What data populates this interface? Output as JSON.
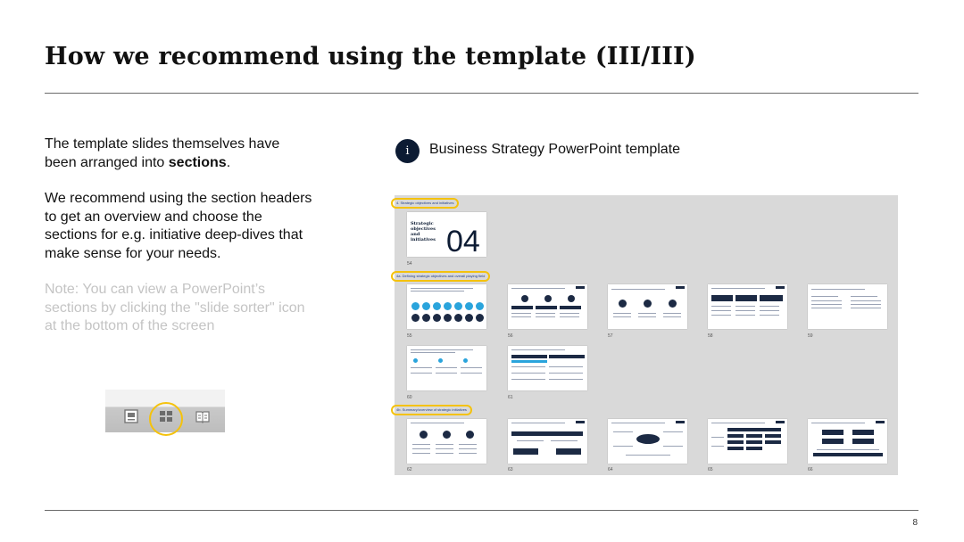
{
  "slide": {
    "title": "How we recommend using the template (III/III)",
    "page_number": "8"
  },
  "left": {
    "p1_start": "The template slides themselves have been arranged into ",
    "p1_bold": "sections",
    "p1_end": ".",
    "p2": "We recommend using the section headers to get an overview and choose the sections for e.g. initiative deep-dives that make sense for your needs.",
    "note": "Note: You can view a PowerPoint’s sections by clicking the \"slide sorter\" icon at the bottom of the screen"
  },
  "sorter": {
    "icons": [
      "normal-view-icon",
      "slide-sorter-icon",
      "reading-view-icon"
    ],
    "highlight_color": "#f4c20d"
  },
  "info": {
    "glyph": "i",
    "label": "Business Strategy PowerPoint template"
  },
  "sections": [
    {
      "label": "4. Strategic objectives and initiatives"
    },
    {
      "label": "4a. Defining strategic objectives and overall playing field"
    },
    {
      "label": "4b. Summary/overview of strategic initiatives"
    }
  ],
  "section_slide": {
    "title": "Strategic objectives and initiatives",
    "number": "04",
    "slide_no": "54"
  },
  "thumbnails_row1": [
    "55",
    "56",
    "57",
    "58",
    "59"
  ],
  "thumbnails_row2": [
    "60",
    "61"
  ],
  "thumbnails_row3": [
    "62",
    "63",
    "64",
    "65",
    "66"
  ],
  "colors": {
    "accent": "#f4c20d",
    "navy": "#0c1b33",
    "panel": "#d9d9d9"
  }
}
